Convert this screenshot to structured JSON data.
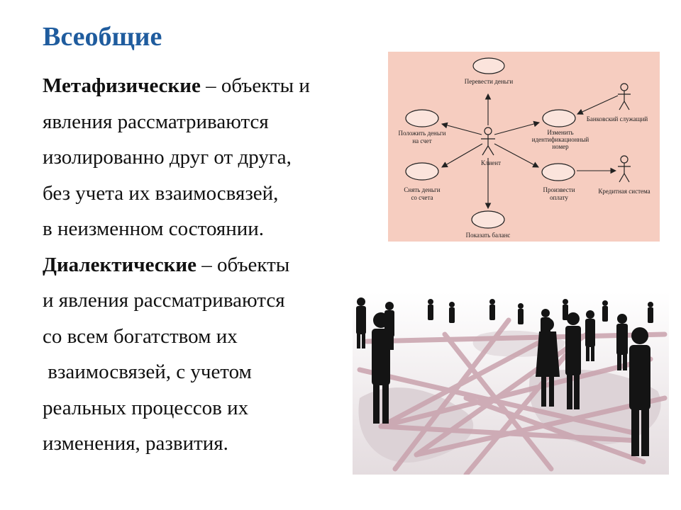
{
  "slide": {
    "title": "Всеобщие",
    "paragraphs": {
      "meta": {
        "term": "Метафизические",
        "rest": " – объекты и",
        "lines": [
          "явления рассматриваются",
          "изолированно друг от друга,",
          "без учета их взаимосвязей,",
          "в неизменном состоянии."
        ]
      },
      "dialect": {
        "term": "Диалектические",
        "rest": " – объекты",
        "lines": [
          "и явления рассматриваются",
          "со всем богатством их",
          " взаимосвязей, с учетом",
          "реальных процессов их",
          "изменения, развития."
        ]
      }
    }
  },
  "diagram": {
    "background": "#f6cdc0",
    "use_cases": {
      "transfer": "Перевести деньги",
      "deposit_1": "Положить деньги",
      "deposit_2": "на счет",
      "change_1": "Изменить",
      "change_2": "идентификационный",
      "change_3": "номер",
      "withdraw_1": "Снять деньги",
      "withdraw_2": "со счета",
      "pay_1": "Произвести",
      "pay_2": "оплату",
      "balance": "Показать баланс"
    },
    "actors": {
      "client": "Клиент",
      "bank_employee": "Банковский служащий",
      "credit_system": "Кредитная система"
    }
  },
  "colors": {
    "title": "#1f5c9e",
    "text": "#111111"
  }
}
